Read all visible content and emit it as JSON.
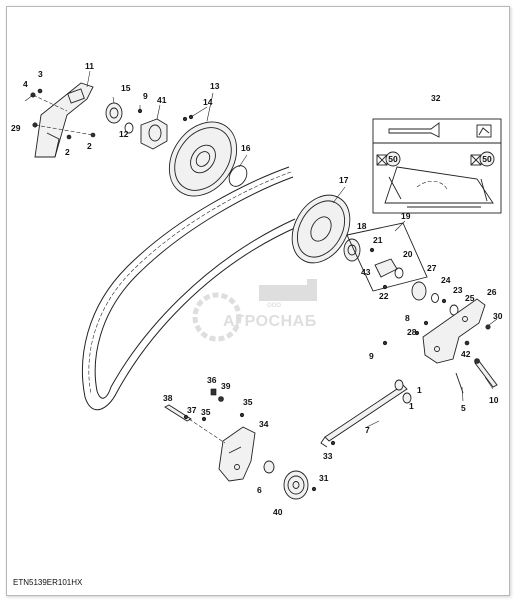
{
  "figure_code": "ETN5139ER101HX",
  "watermark": {
    "company": "ООО",
    "brand": "АГРОСНАБ"
  },
  "callouts": {
    "c1a": "1",
    "c1b": "1",
    "c2a": "2",
    "c2b": "2",
    "c3": "3",
    "c4": "4",
    "c5": "5",
    "c6": "6",
    "c7": "7",
    "c8": "8",
    "c9a": "9",
    "c9b": "9",
    "c10": "10",
    "c11": "11",
    "c12": "12",
    "c13": "13",
    "c14": "14",
    "c15": "15",
    "c16": "16",
    "c17": "17",
    "c18": "18",
    "c19": "19",
    "c20": "20",
    "c21": "21",
    "c22": "22",
    "c23": "23",
    "c24": "24",
    "c25": "25",
    "c26": "26",
    "c27": "27",
    "c28": "28",
    "c29": "29",
    "c30": "30",
    "c31": "31",
    "c32": "32",
    "c33": "33",
    "c34": "34",
    "c35a": "35",
    "c35b": "35",
    "c36": "36",
    "c37": "37",
    "c38": "38",
    "c39": "39",
    "c40": "40",
    "c41": "41",
    "c42": "42",
    "c43": "43"
  },
  "decal_labels": {
    "left_badge": "50",
    "right_badge": "50"
  }
}
